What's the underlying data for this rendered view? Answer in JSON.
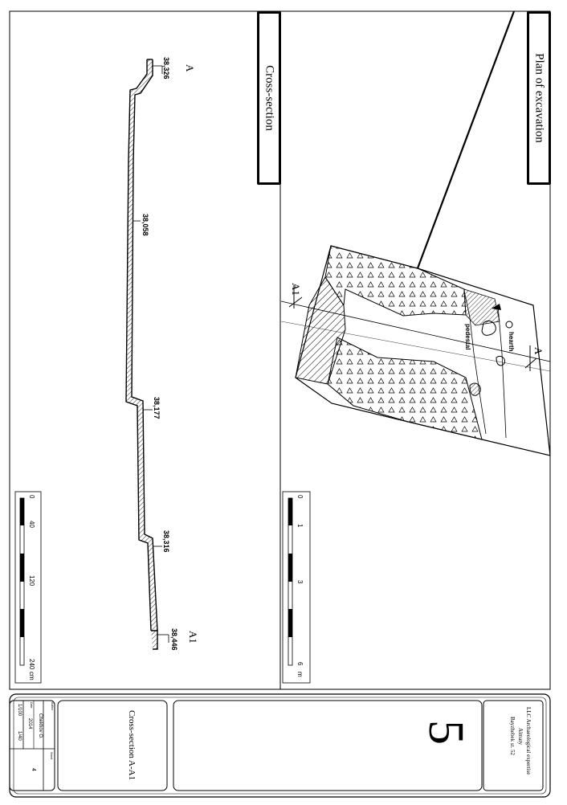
{
  "drawing": {
    "plan_title": "Plan of excavation",
    "section_title": "Cross-section",
    "plan_labels": {
      "hearth": "hearth",
      "pedestal": "pedestal",
      "section_start": "A",
      "section_end": "A1"
    },
    "section_labels": {
      "point_start": "A",
      "point_end": "A1"
    },
    "elevations": [
      "38,326",
      "38,058",
      "38,177",
      "38,316",
      "38,446"
    ],
    "plan_scale": {
      "ticks": [
        "0",
        "1",
        "3",
        "6"
      ],
      "unit": "m"
    },
    "section_scale": {
      "ticks": [
        "0",
        "40",
        "120",
        "240"
      ],
      "unit": "cm"
    }
  },
  "title_block": {
    "organization": [
      "LLC Archaeological expertise",
      "Almaty",
      "Bayzhebek st. 52"
    ],
    "sheet_number": "5",
    "sheet_title": "Cross-section A-A1",
    "author_label": "Author",
    "author": "Chekhov O.",
    "year_label": "Date",
    "year": "2014",
    "sheet_label": "Sheet",
    "sheet": "4",
    "scale_1": "1/100",
    "scale_2": "1/40"
  }
}
